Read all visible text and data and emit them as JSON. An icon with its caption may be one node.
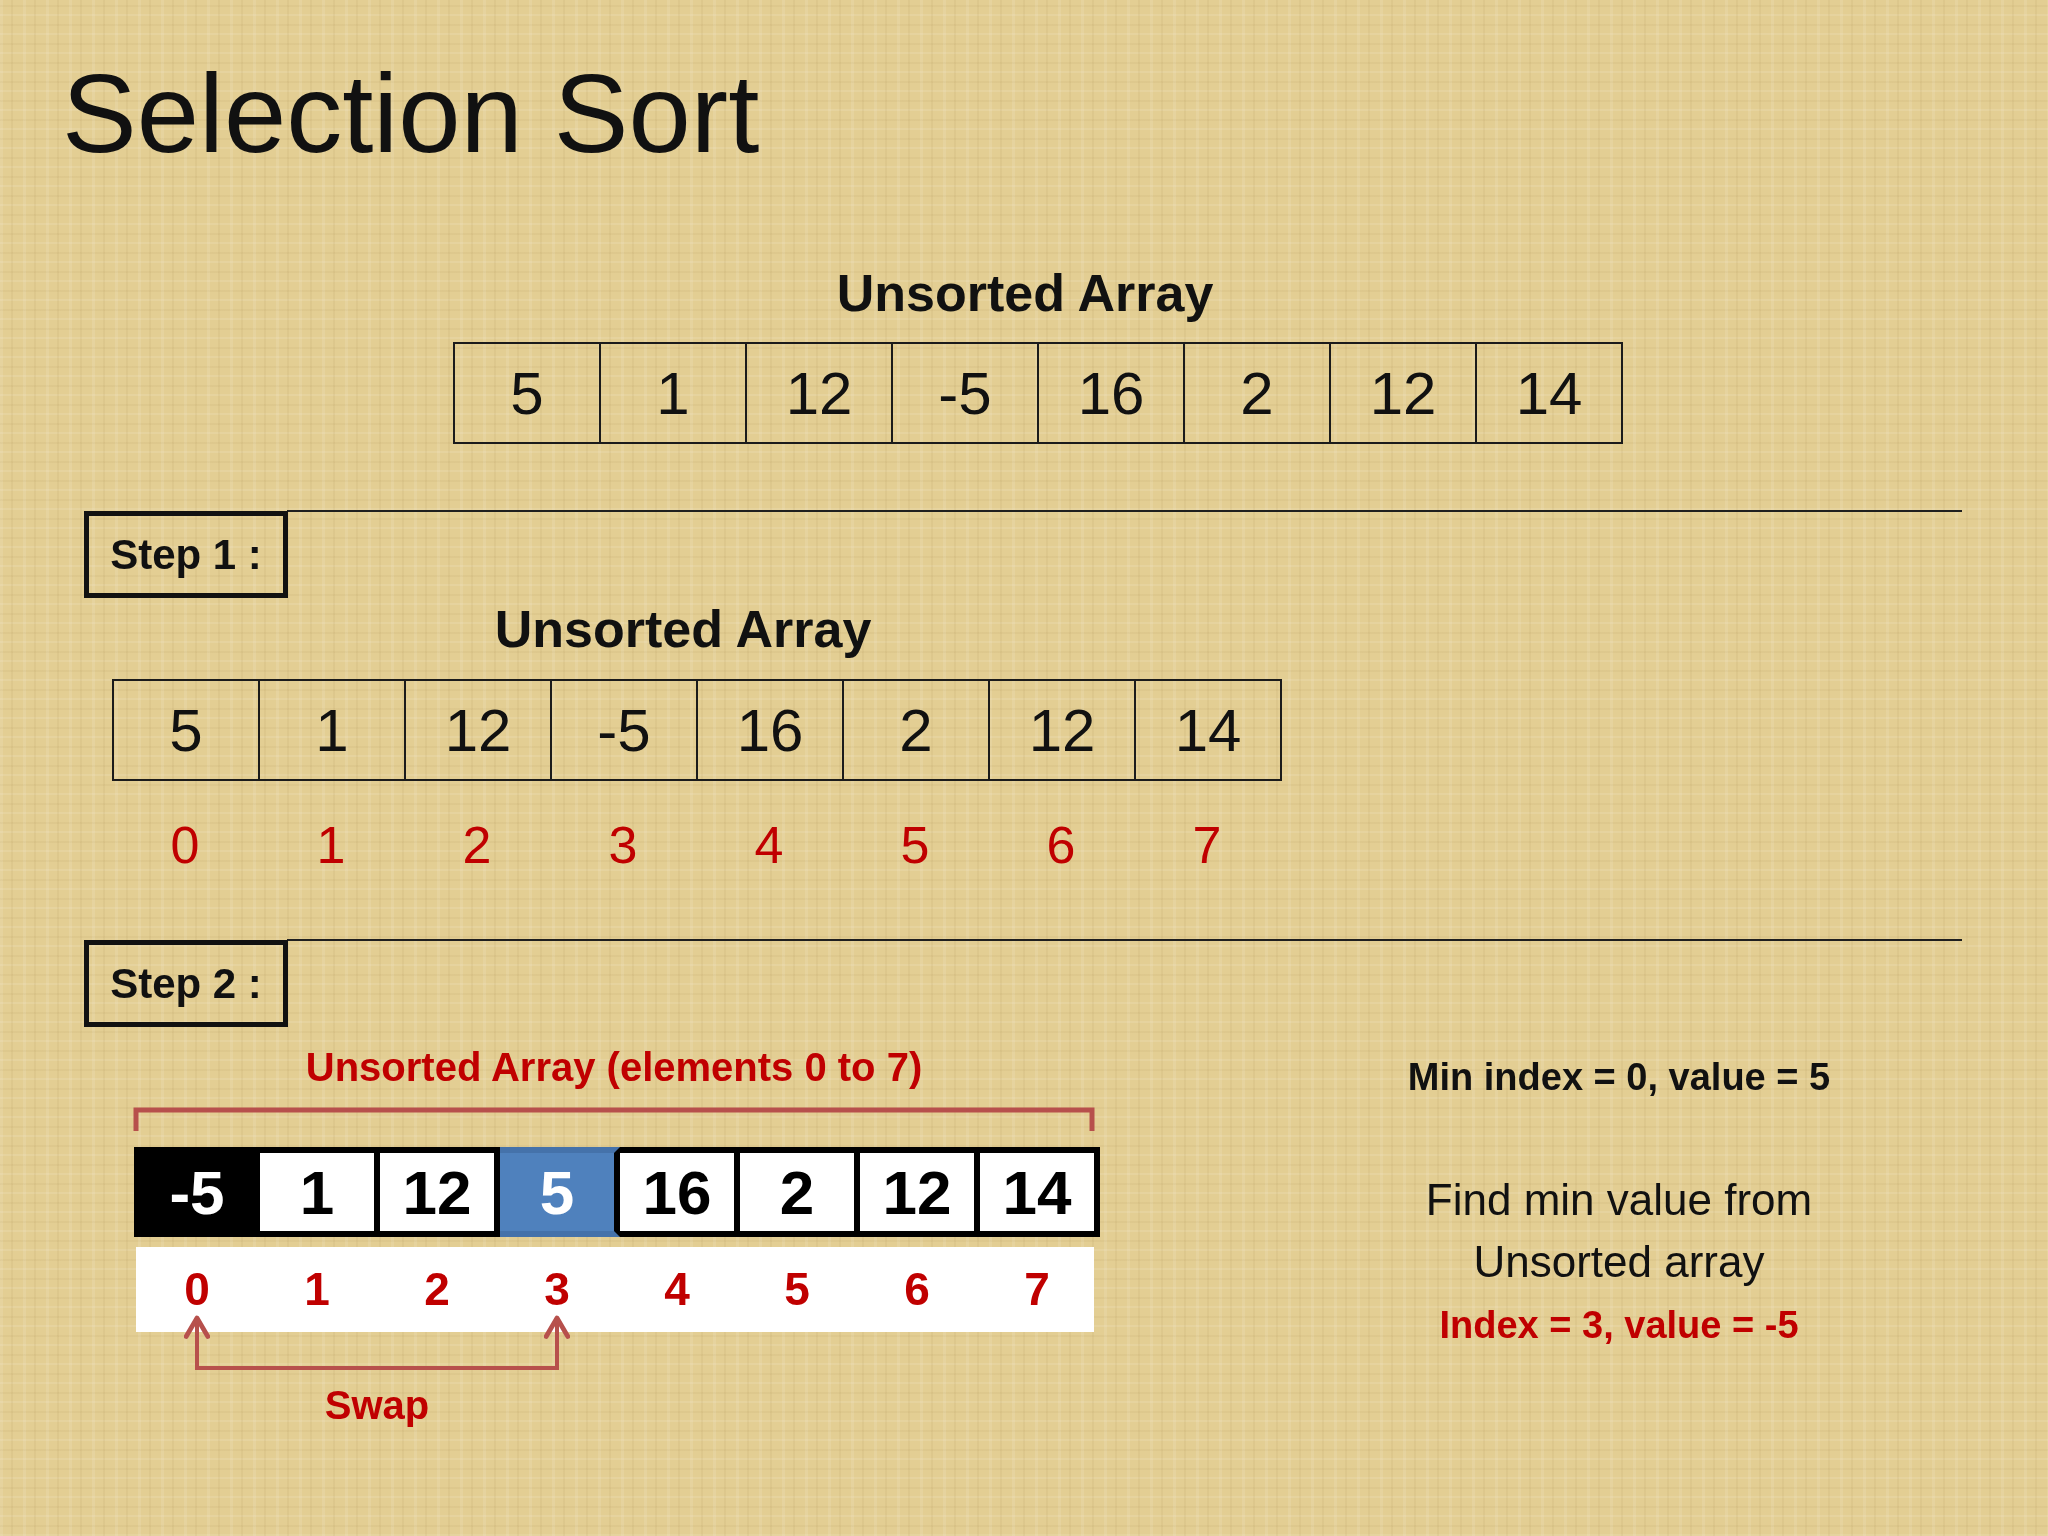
{
  "diagram": {
    "title": "Selection Sort",
    "nodes": [
      {
        "text": [
          "5"
        ]
      },
      {
        "text": [
          "1"
        ]
      },
      {
        "text": [
          "12"
        ]
      },
      {
        "text": [
          "-5"
        ]
      },
      {
        "text": [
          "16"
        ]
      },
      {
        "text": [
          "2"
        ]
      },
      {
        "text": [
          "12"
        ]
      },
      {
        "text": [
          "14"
        ]
      },
      {
        "text": [
          "Step 1 :"
        ]
      },
      {
        "text": [
          "5"
        ]
      },
      {
        "text": [
          "1"
        ]
      },
      {
        "text": [
          "12"
        ]
      },
      {
        "text": [
          "-5"
        ]
      },
      {
        "text": [
          "16"
        ]
      },
      {
        "text": [
          "2"
        ]
      },
      {
        "text": [
          "12"
        ]
      },
      {
        "text": [
          "14"
        ]
      },
      {
        "text": [
          "Step 2 :"
        ]
      },
      {
        "text": [
          "-5"
        ]
      },
      {
        "text": [
          "1"
        ]
      },
      {
        "text": [
          "12"
        ]
      },
      {
        "text": [
          "5"
        ]
      },
      {
        "text": [
          "16"
        ]
      },
      {
        "text": [
          "2"
        ]
      },
      {
        "text": [
          "12"
        ]
      },
      {
        "text": [
          "14"
        ]
      },
      {
        "text": [],
        "shape": "bar"
      },
      {
        "text": [
          "0"
        ],
        "in": 26
      },
      {
        "text": [
          "1"
        ],
        "in": 26
      },
      {
        "text": [
          "2"
        ],
        "in": 26
      },
      {
        "text": [
          "3"
        ],
        "in": 26
      },
      {
        "text": [
          "4"
        ],
        "in": 26
      },
      {
        "text": [
          "5"
        ],
        "in": 26
      },
      {
        "text": [
          "6"
        ],
        "in": 26
      },
      {
        "text": [
          "7"
        ],
        "in": 26
      }
    ],
    "edges": [
      {
        "from": 27,
        "to": 30,
        "arrow": "both",
        "label": "Swap"
      }
    ],
    "labels": [
      "Unsorted Array",
      "Unsorted Array",
      "0",
      "1",
      "2",
      "3",
      "4",
      "5",
      "6",
      "7",
      "Unsorted Array (elements 0 to 7)",
      "Min index = 0, value = 5",
      "Find min value from Unsorted array",
      "Index = 3, value = -5"
    ]
  }
}
